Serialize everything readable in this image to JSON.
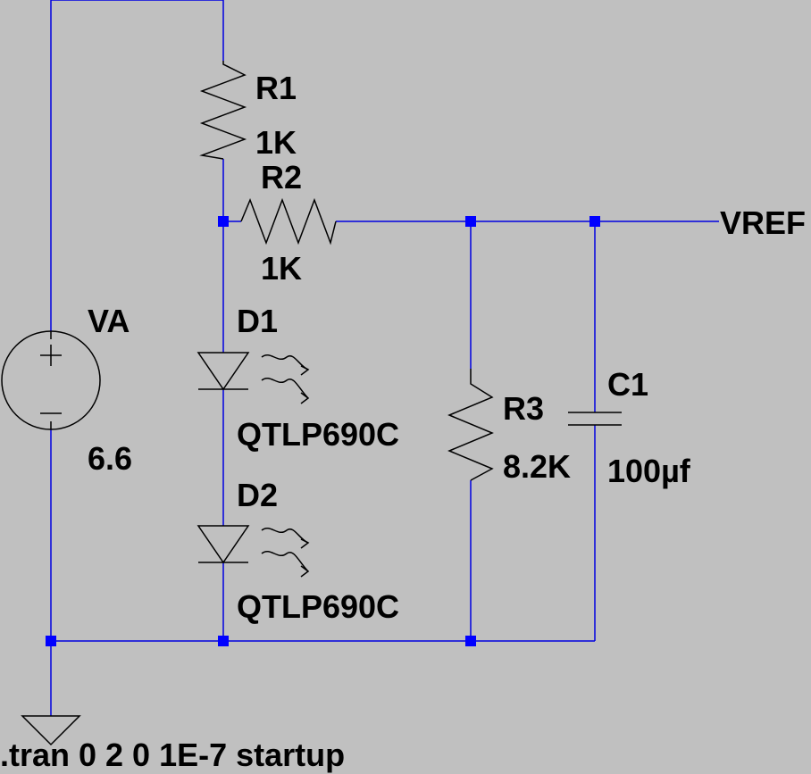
{
  "colors": {
    "background": "#c0c0c0",
    "wire": "#0000e0",
    "component": "#000000",
    "junction": "#0000ff",
    "text": "#000000"
  },
  "components": {
    "va": {
      "name": "VA",
      "value": "6.6",
      "plus": "+",
      "minus": "−"
    },
    "r1": {
      "name": "R1",
      "value": "1K"
    },
    "r2": {
      "name": "R2",
      "value": "1K"
    },
    "r3": {
      "name": "R3",
      "value": "8.2K"
    },
    "c1": {
      "name": "C1",
      "value": "100µf"
    },
    "d1": {
      "name": "D1",
      "value": "QTLP690C"
    },
    "d2": {
      "name": "D2",
      "value": "QTLP690C"
    }
  },
  "net_labels": {
    "vref": "VREF"
  },
  "directive": ".tran 0 2 0 1E-7 startup"
}
